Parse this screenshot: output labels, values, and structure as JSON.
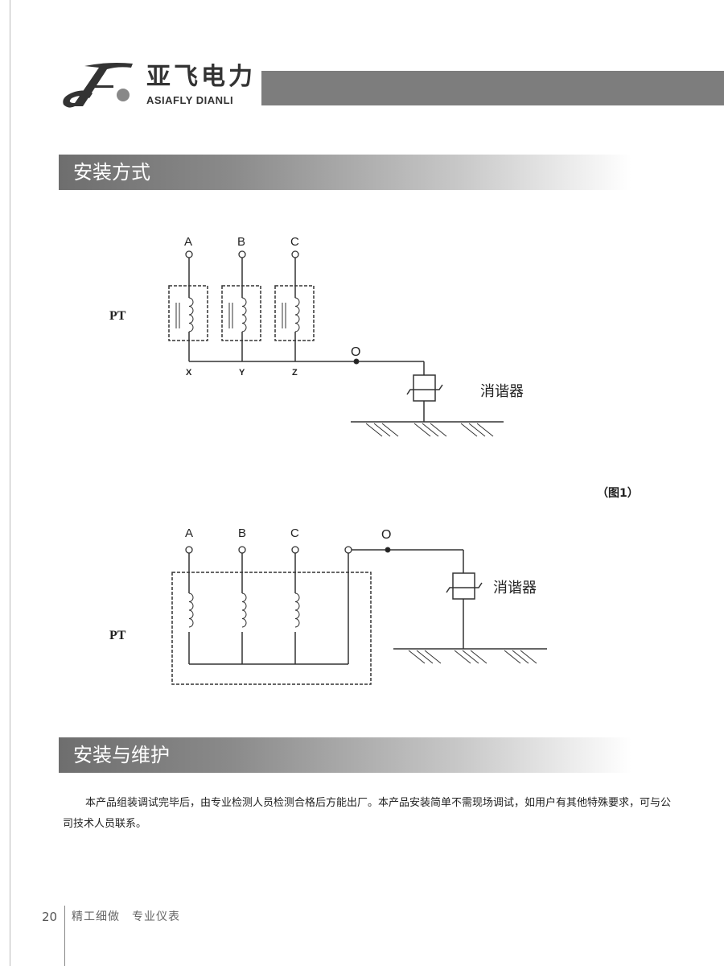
{
  "header": {
    "brand_cn": "亚飞电力",
    "brand_en": "ASIAFLY DIANLI"
  },
  "sections": [
    {
      "title": "安装方式"
    },
    {
      "title": "安装与维护"
    }
  ],
  "diagram1": {
    "phases": [
      "A",
      "B",
      "C"
    ],
    "neutrals": [
      "X",
      "Y",
      "Z"
    ],
    "pt_label": "PT",
    "neutral_point": "O",
    "device_label": "消谐器"
  },
  "figure_caption": "（图1）",
  "diagram2": {
    "phases": [
      "A",
      "B",
      "C"
    ],
    "pt_label": "PT",
    "neutral_point": "O",
    "device_label": "消谐器"
  },
  "body_text": "本产品组装调试完毕后，由专业检测人员检测合格后方能出厂。本产品安装简单不需现场调试，如用户有其他特殊要求，可与公司技术人员联系。",
  "footer": {
    "page_number": "20",
    "slogan": "精工细做　专业仪表"
  }
}
